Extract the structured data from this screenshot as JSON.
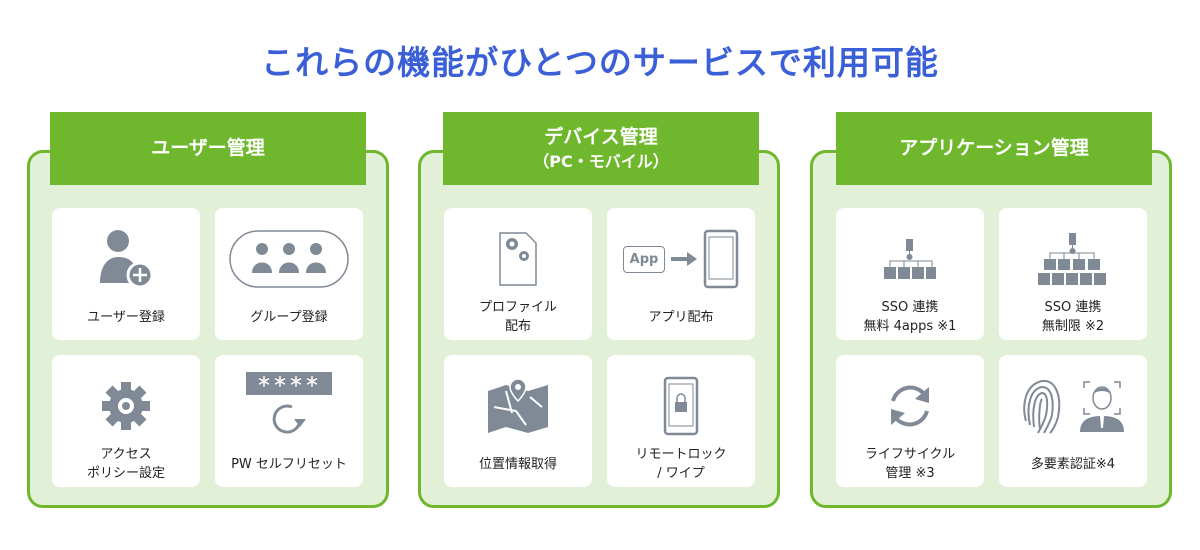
{
  "title": "これらの機能がひとつのサービスで利用可能",
  "colors": {
    "title": "#3b5fd6",
    "green": "#6fb82e",
    "panel_bg": "#e3f0d8",
    "icon": "#7f8a96"
  },
  "panels": [
    {
      "heading": "ユーザー管理",
      "cards": [
        {
          "icon": "user-add-icon",
          "lines": [
            "ユーザー登録"
          ]
        },
        {
          "icon": "group-icon",
          "lines": [
            "グループ登録"
          ]
        },
        {
          "icon": "gear-icon",
          "lines": [
            "アクセス",
            "ポリシー設定"
          ]
        },
        {
          "icon": "password-reset-icon",
          "lines": [
            "PW セルフリセット"
          ],
          "stars": "＊＊＊＊"
        }
      ]
    },
    {
      "heading": "デバイス管理",
      "subheading": "（PC・モバイル）",
      "cards": [
        {
          "icon": "profile-document-icon",
          "lines": [
            "プロファイル",
            "配布"
          ]
        },
        {
          "icon": "app-to-phone-icon",
          "lines": [
            "アプリ配布"
          ],
          "app_label": "App"
        },
        {
          "icon": "map-pin-icon",
          "lines": [
            "位置情報取得"
          ]
        },
        {
          "icon": "phone-lock-icon",
          "lines": [
            "リモートロック",
            "/ ワイプ"
          ]
        }
      ]
    },
    {
      "heading": "アプリケーション管理",
      "cards": [
        {
          "icon": "sso-hierarchy-icon",
          "lines": [
            "SSO 連携",
            "無料 4apps ※1"
          ]
        },
        {
          "icon": "sso-hierarchy-large-icon",
          "lines": [
            "SSO 連携",
            "無制限 ※2"
          ]
        },
        {
          "icon": "lifecycle-icon",
          "lines": [
            "ライフサイクル",
            "管理 ※3"
          ]
        },
        {
          "icon": "mfa-icon",
          "lines": [
            "多要素認証※4"
          ]
        }
      ]
    }
  ]
}
